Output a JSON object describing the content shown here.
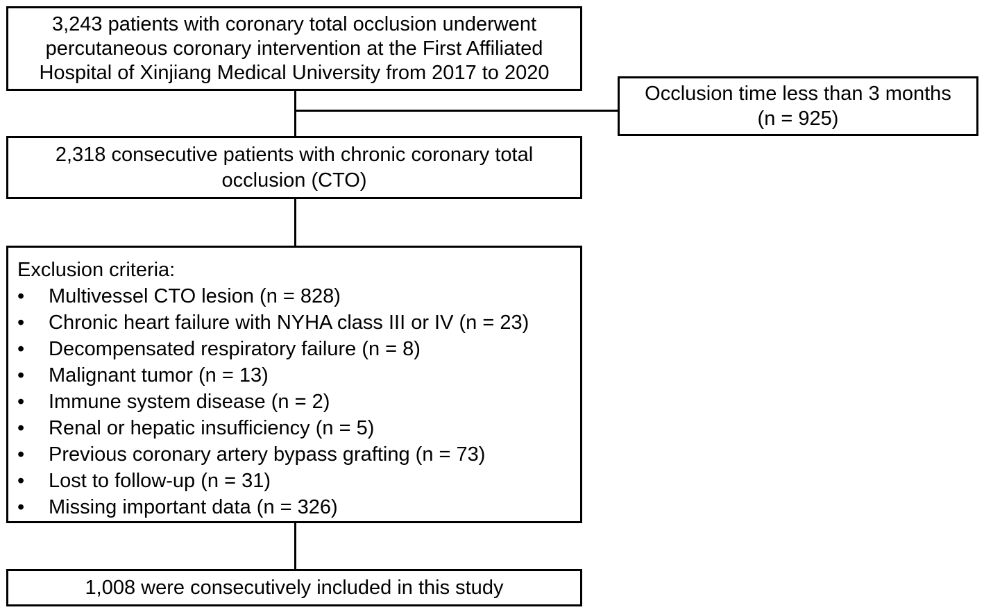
{
  "flowchart": {
    "start": {
      "lines": [
        "3,243 patients with coronary total occlusion underwent",
        "percutaneous coronary intervention at the First Affiliated",
        "Hospital of Xinjiang Medical University from 2017 to 2020"
      ]
    },
    "side_exclusion": {
      "lines": [
        "Occlusion time less than 3 months",
        "(n = 925)"
      ]
    },
    "cto": {
      "lines": [
        "2,318 consecutive patients with chronic coronary total",
        "occlusion (CTO)"
      ]
    },
    "exclusion": {
      "title": "Exclusion criteria:",
      "bullet": "•",
      "items": [
        "Multivessel CTO lesion (n = 828)",
        "Chronic heart failure with NYHA class III or IV (n = 23)",
        "Decompensated respiratory failure (n = 8)",
        "Malignant tumor (n = 13)",
        "Immune system disease (n = 2)",
        "Renal or hepatic insufficiency (n = 5)",
        "Previous coronary artery bypass grafting (n = 73)",
        "Lost to follow-up (n = 31)",
        "Missing important data (n = 326)"
      ]
    },
    "final": {
      "text": "1,008 were consecutively included in this study"
    }
  }
}
